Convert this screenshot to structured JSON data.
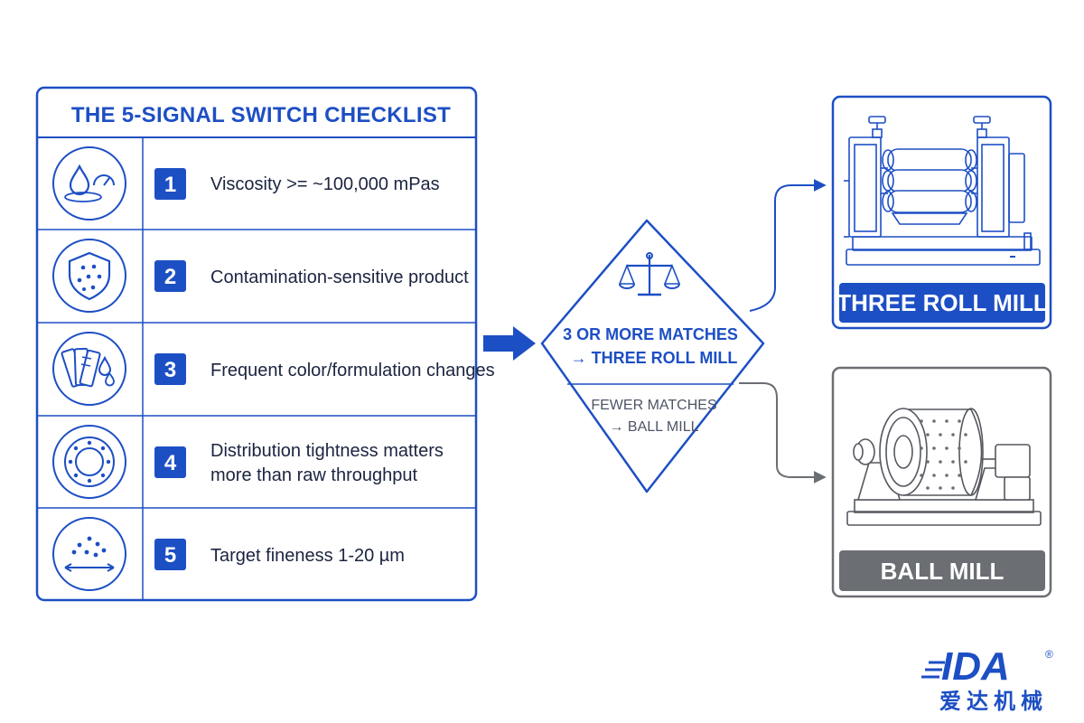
{
  "checklist": {
    "title": "THE 5-SIGNAL SWITCH CHECKLIST",
    "items": [
      {
        "number": "1",
        "icon": "viscosity-drop-gauge-icon",
        "lines": [
          "Viscosity >= ~100,000 mPas"
        ]
      },
      {
        "number": "2",
        "icon": "contamination-shield-icon",
        "lines": [
          "Contamination-sensitive product"
        ]
      },
      {
        "number": "3",
        "icon": "color-swatch-icon",
        "lines": [
          "Frequent color/formulation changes"
        ]
      },
      {
        "number": "4",
        "icon": "particle-distribution-ring-icon",
        "lines": [
          "Distribution tightness matters",
          "more than raw throughput"
        ]
      },
      {
        "number": "5",
        "icon": "fineness-particles-icon",
        "lines": [
          "Target fineness 1-20 µm"
        ]
      }
    ]
  },
  "decision": {
    "icon": "balance-scale-icon",
    "main_line1": "3 OR MORE MATCHES",
    "main_line2": "→ THREE ROLL MILL",
    "sub_line1": "FEWER MATCHES",
    "sub_line2": "→ BALL MILL"
  },
  "outcomes": {
    "three_roll_mill": {
      "label": "THREE ROLL MILL",
      "icon": "three-roll-mill-illustration"
    },
    "ball_mill": {
      "label": "BALL MILL",
      "icon": "ball-mill-illustration"
    }
  },
  "logo": {
    "text": "IDA",
    "registered": "®",
    "chinese": "爱达机械"
  },
  "colors": {
    "primary_blue": "#1d4fc4",
    "dark_blue": "#0d3fa6",
    "gray": "#6b6e73",
    "dark_text": "#1b2440"
  }
}
